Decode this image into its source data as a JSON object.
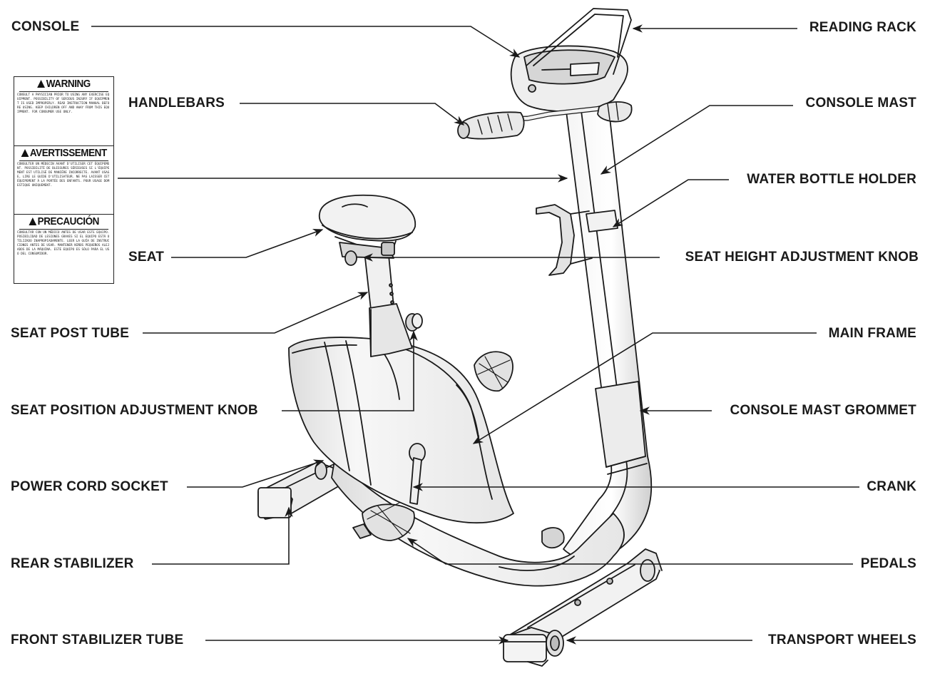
{
  "labels": {
    "console": "CONSOLE",
    "reading_rack": "READING RACK",
    "handlebars": "HANDLEBARS",
    "console_mast": "CONSOLE MAST",
    "water_bottle_holder": "WATER BOTTLE HOLDER",
    "seat": "SEAT",
    "seat_height_adjustment_knob": "SEAT HEIGHT ADJUSTMENT KNOB",
    "seat_post_tube": "SEAT POST TUBE",
    "main_frame": "MAIN FRAME",
    "seat_position_adjustment_knob": "SEAT POSITION ADJUSTMENT KNOB",
    "console_mast_grommet": "CONSOLE MAST GROMMET",
    "power_cord_socket": "POWER CORD SOCKET",
    "crank": "CRANK",
    "rear_stabilizer": "REAR STABILIZER",
    "pedals": "PEDALS",
    "front_stabilizer_tube": "FRONT STABILIZER TUBE",
    "transport_wheels": "TRANSPORT WHEELS"
  },
  "warning_label": {
    "warning_title": "WARNING",
    "warning_text": "CONSULT A PHYSICIAN PRIOR TO USING ANY EXERCISE EQUIPMENT. POSSIBILITY OF SERIOUS INJURY IF EQUIPMENT IS USED IMPROPERLY. READ INSTRUCTION MANUAL BEFORE USING. KEEP CHILDREN OFF AND AWAY FROM THIS EQUIPMENT. FOR CONSUMER USE ONLY.",
    "avertissement_title": "AVERTISSEMENT",
    "avertissement_text": "CONSULTER UN MÉDECIN AVANT D'UTILISER CET ÉQUIPEMENT. POSSIBILITÉ DE BLESSURES SÉRIEUSES SI L'ÉQUIPEMENT EST UTILISÉ DE MANIÈRE INCORRECTE. AVANT USAGE, LIRE LE GUIDE D'UTILISATEUR. NE PAS LAISSER CET ÉQUIPEMENT À LA PORTÉE DES ENFANTS. POUR USAGE DOMESTIQUE UNIQUEMENT.",
    "precaucion_title": "PRECAUCIÓN",
    "precaucion_text": "CONSULTAR CON UN MÉDICO ANTES DE USAR ESTE EQUIPO. POSIBILIDAD DE LESIONES GRAVES SI EL EQUIPO ESTÁ UTILIZADO INAPROPIADAMENTE. LEER LA GUÍA DE INSTRUCCIONES ANTES DE USAR. MANTENER NIÑOS PEQUEÑOS ALEJADOS DE LA MÁQUINA. ESTE EQUIPO ES SÓLO PARA EL USO DEL CONSUMIDOR."
  },
  "colors": {
    "line": "#1a1a1a",
    "shade": "#d9d9d9",
    "shade_dark": "#bdbdbd",
    "background": "#ffffff"
  }
}
